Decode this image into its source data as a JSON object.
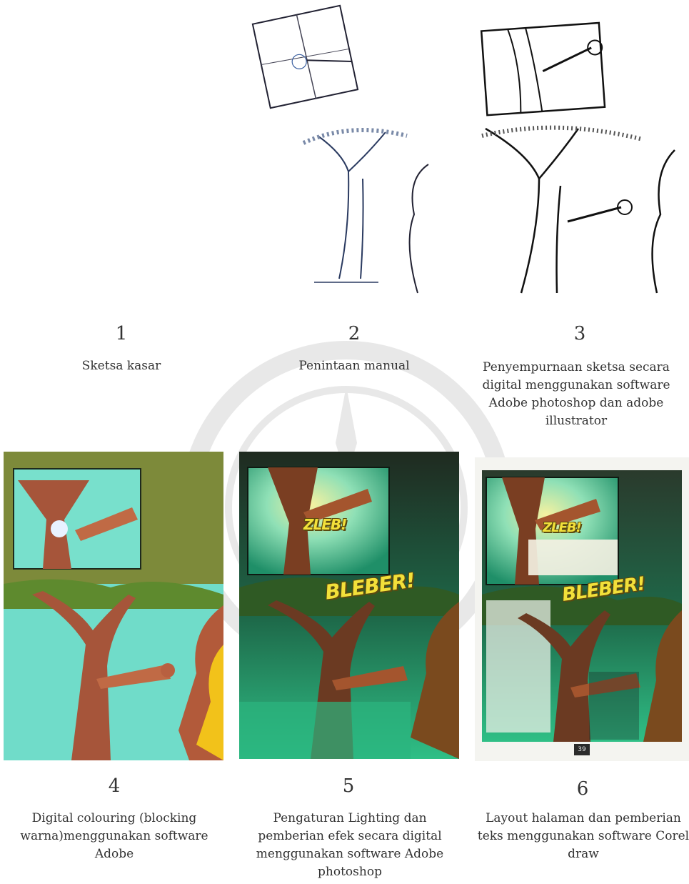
{
  "steps": [
    {
      "number": "1",
      "caption": "Sketsa kasar"
    },
    {
      "number": "2",
      "caption": "Penintaan manual"
    },
    {
      "number": "3",
      "caption": "Penyempurnaan sketsa secara digital menggunakan software Adobe photoshop dan adobe illustrator"
    },
    {
      "number": "4",
      "caption": "Digital colouring (blocking warna)menggunakan software Adobe"
    },
    {
      "number": "5",
      "caption": "Pengaturan Lighting dan pemberian efek secara digital menggunakan software Adobe photoshop"
    },
    {
      "number": "6",
      "caption": "Layout halaman dan pemberian teks menggunakan software Corel draw"
    }
  ],
  "sfx": {
    "zleb": "ZLEB!",
    "bleber": "BLEBER!"
  },
  "page_number": "39",
  "colors": {
    "olive": "#7d8a3a",
    "aqua": "#6fdccb",
    "trunk": "#a6553a",
    "green": "#2fbf86",
    "dark": "#2c3a2c"
  }
}
